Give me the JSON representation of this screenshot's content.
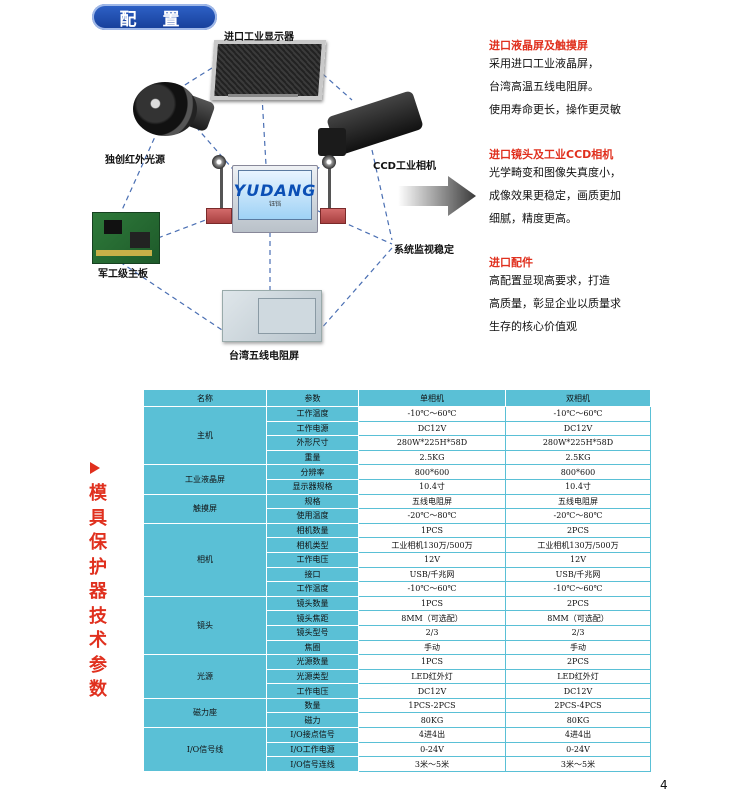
{
  "header": {
    "title": "配 置"
  },
  "diagram": {
    "labels": {
      "monitor": "进口工业显示器",
      "light": "独创红外光源",
      "ccd": "CCD工业相机",
      "board": "军工级主板",
      "monitor_sys": "系统监视稳定",
      "touch": "台湾五线电阻屏"
    },
    "brand": {
      "logo": "YUDANG",
      "sub": "钰铛"
    }
  },
  "features": [
    {
      "heading": "进口液晶屏及触摸屏",
      "lines": [
        "采用进口工业液晶屏，",
        "台湾高温五线电阻屏。",
        "使用寿命更长，操作更灵敏"
      ]
    },
    {
      "heading": "进口镜头及工业CCD相机",
      "lines": [
        "光学畸变和图像失真度小，",
        "成像效果更稳定，画质更加",
        "细腻，精度更高。"
      ]
    },
    {
      "heading": "进口配件",
      "lines": [
        "高配置显现高要求，打造",
        "高质量，彰显企业以质量求",
        "生存的核心价值观"
      ]
    }
  ],
  "side_title": "模具保护器技术参数",
  "table": {
    "headers": {
      "name": "名称",
      "param": "参数",
      "single": "单相机",
      "double": "双相机"
    },
    "groups": [
      {
        "name": "主机",
        "rows": [
          {
            "param": "工作温度",
            "single": "-10℃～60℃",
            "double": "-10℃～60℃"
          },
          {
            "param": "工作电源",
            "single": "DC12V",
            "double": "DC12V"
          },
          {
            "param": "外形尺寸",
            "single": "280W*225H*58D",
            "double": "280W*225H*58D"
          },
          {
            "param": "重量",
            "single": "2.5KG",
            "double": "2.5KG"
          }
        ]
      },
      {
        "name": "工业液晶屏",
        "rows": [
          {
            "param": "分辨率",
            "single": "800*600",
            "double": "800*600"
          },
          {
            "param": "显示器规格",
            "single": "10.4寸",
            "double": "10.4寸"
          }
        ]
      },
      {
        "name": "触摸屏",
        "rows": [
          {
            "param": "规格",
            "single": "五线电阻屏",
            "double": "五线电阻屏"
          },
          {
            "param": "使用温度",
            "single": "-20℃～80℃",
            "double": "-20℃～80℃"
          }
        ]
      },
      {
        "name": "相机",
        "rows": [
          {
            "param": "相机数量",
            "single": "1PCS",
            "double": "2PCS"
          },
          {
            "param": "相机类型",
            "single": "工业相机130万/500万",
            "double": "工业相机130万/500万"
          },
          {
            "param": "工作电压",
            "single": "12V",
            "double": "12V"
          },
          {
            "param": "接口",
            "single": "USB/千兆网",
            "double": "USB/千兆网"
          },
          {
            "param": "工作温度",
            "single": "-10℃～60℃",
            "double": "-10℃～60℃"
          }
        ]
      },
      {
        "name": "镜头",
        "rows": [
          {
            "param": "镜头数量",
            "single": "1PCS",
            "double": "2PCS"
          },
          {
            "param": "镜头焦距",
            "single": "8MM（可选配）",
            "double": "8MM（可选配）"
          },
          {
            "param": "镜头型号",
            "single": "2/3",
            "double": "2/3"
          },
          {
            "param": "焦圈",
            "single": "手动",
            "double": "手动"
          }
        ]
      },
      {
        "name": "光源",
        "rows": [
          {
            "param": "光源数量",
            "single": "1PCS",
            "double": "2PCS"
          },
          {
            "param": "光源类型",
            "single": "LED红外灯",
            "double": "LED红外灯"
          },
          {
            "param": "工作电压",
            "single": "DC12V",
            "double": "DC12V"
          }
        ]
      },
      {
        "name": "磁力座",
        "rows": [
          {
            "param": "数量",
            "single": "1PCS-2PCS",
            "double": "2PCS-4PCS"
          },
          {
            "param": "磁力",
            "single": "80KG",
            "double": "80KG"
          }
        ]
      },
      {
        "name": "I/O信号线",
        "rows": [
          {
            "param": "I/O接点信号",
            "single": "4进4出",
            "double": "4进4出"
          },
          {
            "param": "I/O工作电源",
            "single": "0-24V",
            "double": "0-24V"
          },
          {
            "param": "I/O信号连线",
            "single": "3米～5米",
            "double": "3米～5米"
          }
        ]
      }
    ]
  },
  "page_number": "4",
  "colors": {
    "accent": "#e0301e",
    "table_fill": "#5ac0d6",
    "header_blue": "#1d4aa8"
  }
}
